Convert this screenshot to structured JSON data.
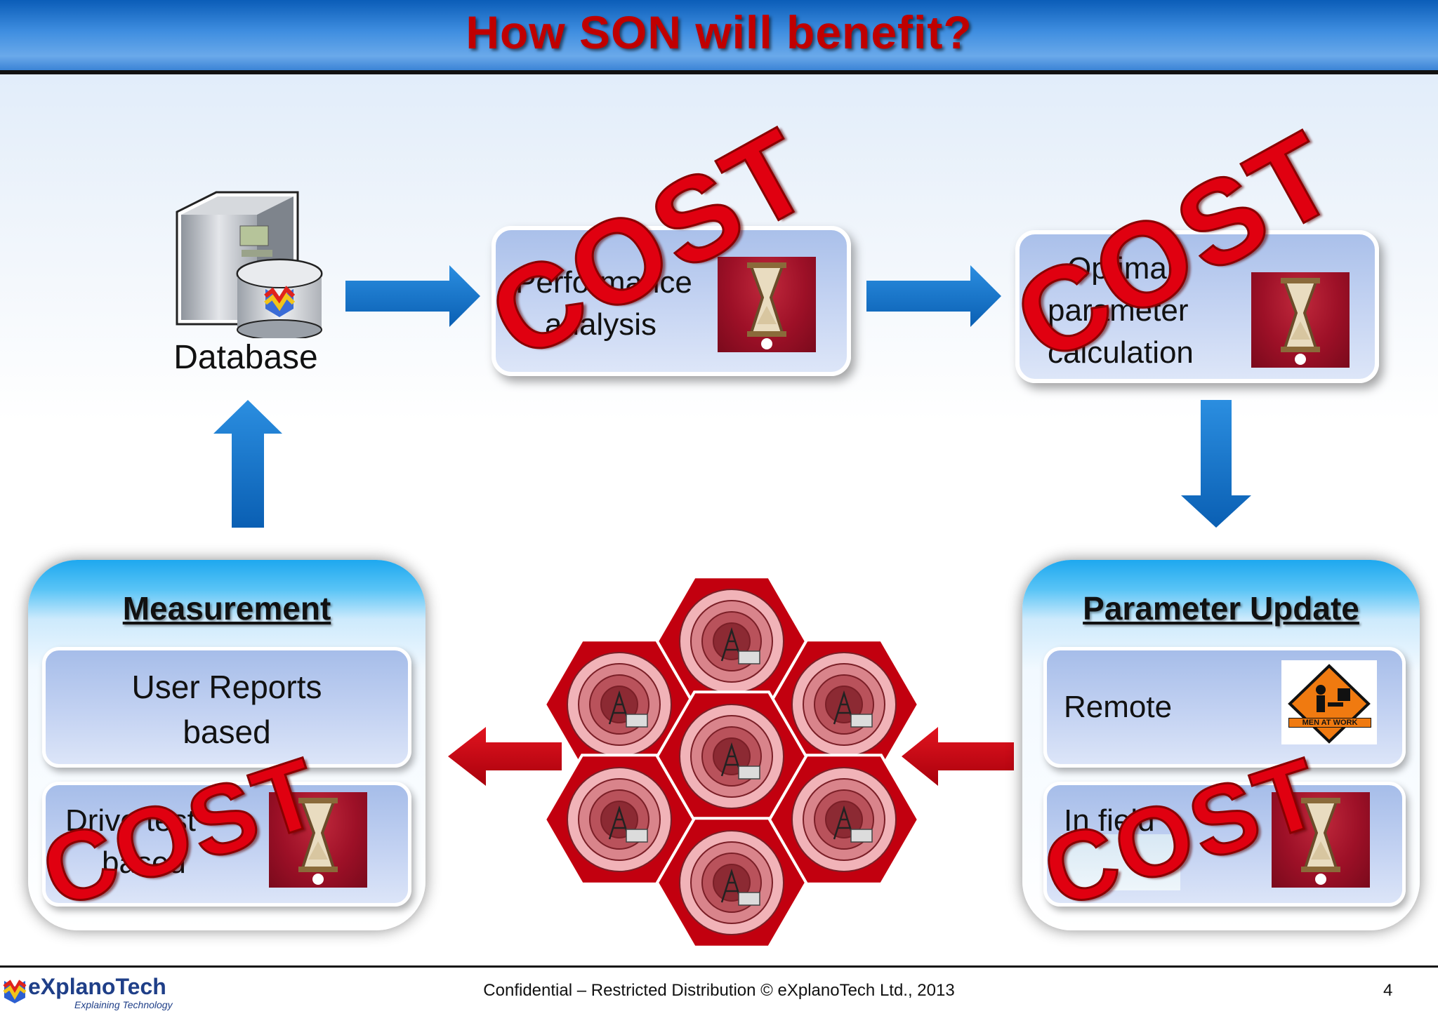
{
  "slide": {
    "title": "How SON will benefit?",
    "page_number": "4",
    "footer": "Confidential – Restricted Distribution © eXplanoTech Ltd., 2013",
    "logo_name": "eXplanoTech",
    "logo_tagline": "Explaining Technology"
  },
  "database": {
    "label": "Database"
  },
  "performance": {
    "line1": "Performance",
    "line2": "analysis"
  },
  "optimal": {
    "line1": "Optimal",
    "line2": "parameter",
    "line3": "calculation"
  },
  "measurement": {
    "title": "Measurement",
    "user_reports_line1": "User Reports",
    "user_reports_line2": "based",
    "drive_test_line1": "Drive test",
    "drive_test_line2": "based"
  },
  "parameter_update": {
    "title": "Parameter Update",
    "remote": "Remote",
    "in_field": "In field",
    "men_at_work": "MEN AT WORK"
  },
  "cost_label": "COST",
  "colors": {
    "title": "#c00000",
    "arrow_blue": "#0b6fc4",
    "arrow_red": "#c8000f",
    "cost": "#e00010",
    "hex_fill": "#c2000f"
  }
}
